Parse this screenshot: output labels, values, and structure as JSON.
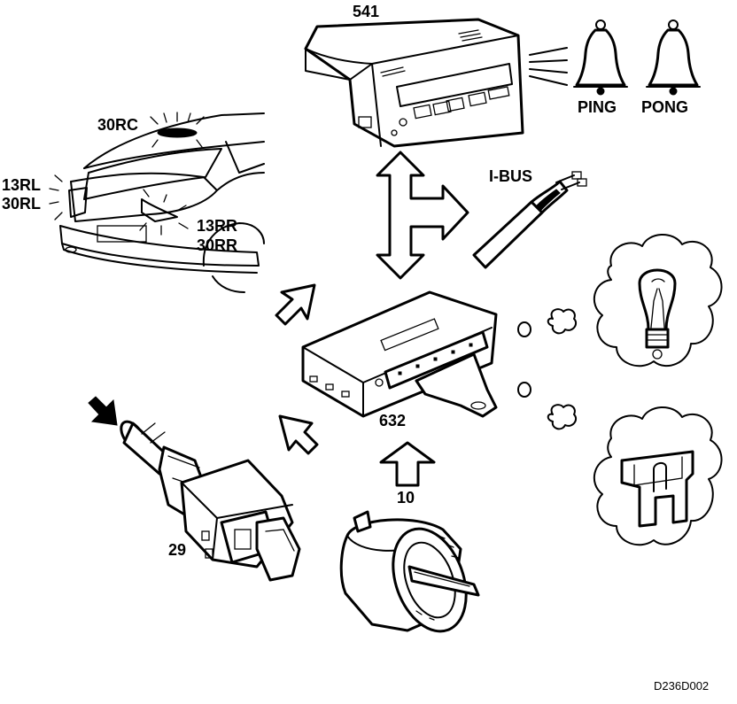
{
  "labels": {
    "display_unit": "541",
    "ping": "PING",
    "pong": "PONG",
    "ibus": "I-BUS",
    "control_module": "632",
    "light_switch": "10",
    "brake_switch": "29",
    "lamp_center": "30RC",
    "lamp_left_a": "13RL",
    "lamp_left_b": "30RL",
    "lamp_right_a": "13RR",
    "lamp_right_b": "30RR",
    "figure_code": "D236D002"
  },
  "icons": [
    "car-rear-icon",
    "display-unit-icon",
    "bell-icon",
    "bus-cable-icon",
    "control-module-icon",
    "bulb-icon",
    "fuse-icon",
    "brake-switch-icon",
    "light-switch-icon",
    "arrow-icon"
  ]
}
